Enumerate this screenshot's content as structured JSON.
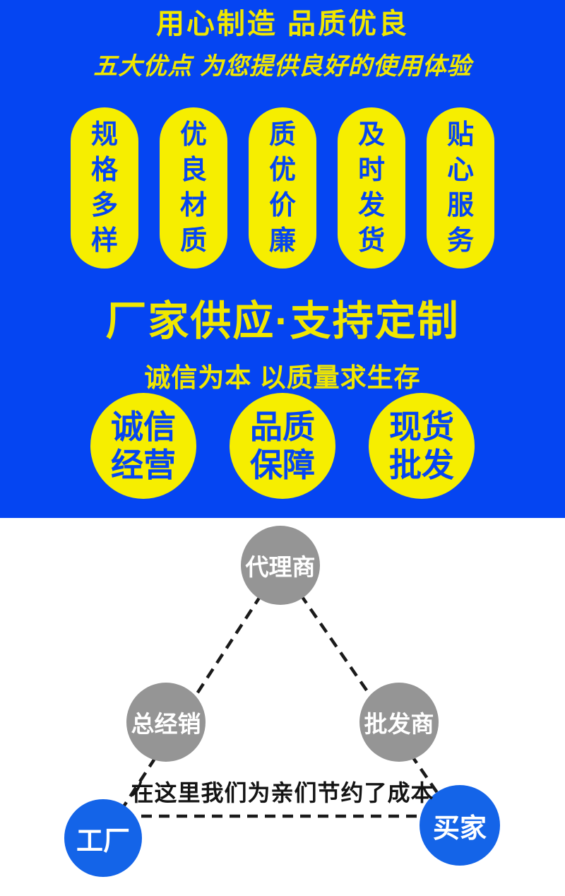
{
  "colors": {
    "blue-bg": "#0545f2",
    "blue-text": "#0545f2",
    "yellow": "#f6ee00",
    "yellow-text": "#f0e700",
    "gray-node": "#959595",
    "blue-node": "#1464e8",
    "ink": "#141414"
  },
  "hero": {
    "title": "用心制造 品质优良",
    "subtitle": "五大优点 为您提供良好的使用体验",
    "pills": [
      {
        "label": "规格多样"
      },
      {
        "label": "优良材质"
      },
      {
        "label": "质优价廉"
      },
      {
        "label": "及时发货"
      },
      {
        "label": "贴心服务"
      }
    ],
    "heading": "厂家供应·支持定制",
    "subheading": "诚信为本 以质量求生存",
    "badges": [
      {
        "line1": "诚信",
        "line2": "经营"
      },
      {
        "line1": "品质",
        "line2": "保障"
      },
      {
        "line1": "现货",
        "line2": "批发"
      }
    ]
  },
  "diagram": {
    "caption": "在这里我们为亲们节约了成本",
    "nodes": {
      "agent": {
        "label": "代理商"
      },
      "distributor": {
        "label": "总经销"
      },
      "wholesaler": {
        "label": "批发商"
      },
      "factory": {
        "label": "工厂"
      },
      "buyer": {
        "label": "买家"
      }
    }
  }
}
